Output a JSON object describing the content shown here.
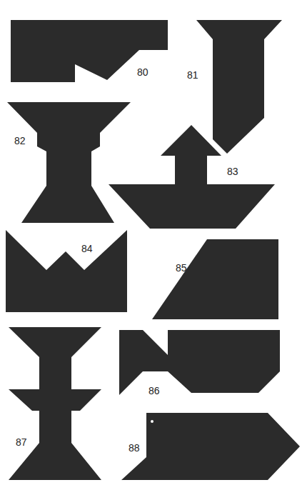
{
  "diagram": {
    "labels": [
      "80",
      "81",
      "82",
      "83",
      "84",
      "85",
      "86",
      "87",
      "88"
    ]
  }
}
